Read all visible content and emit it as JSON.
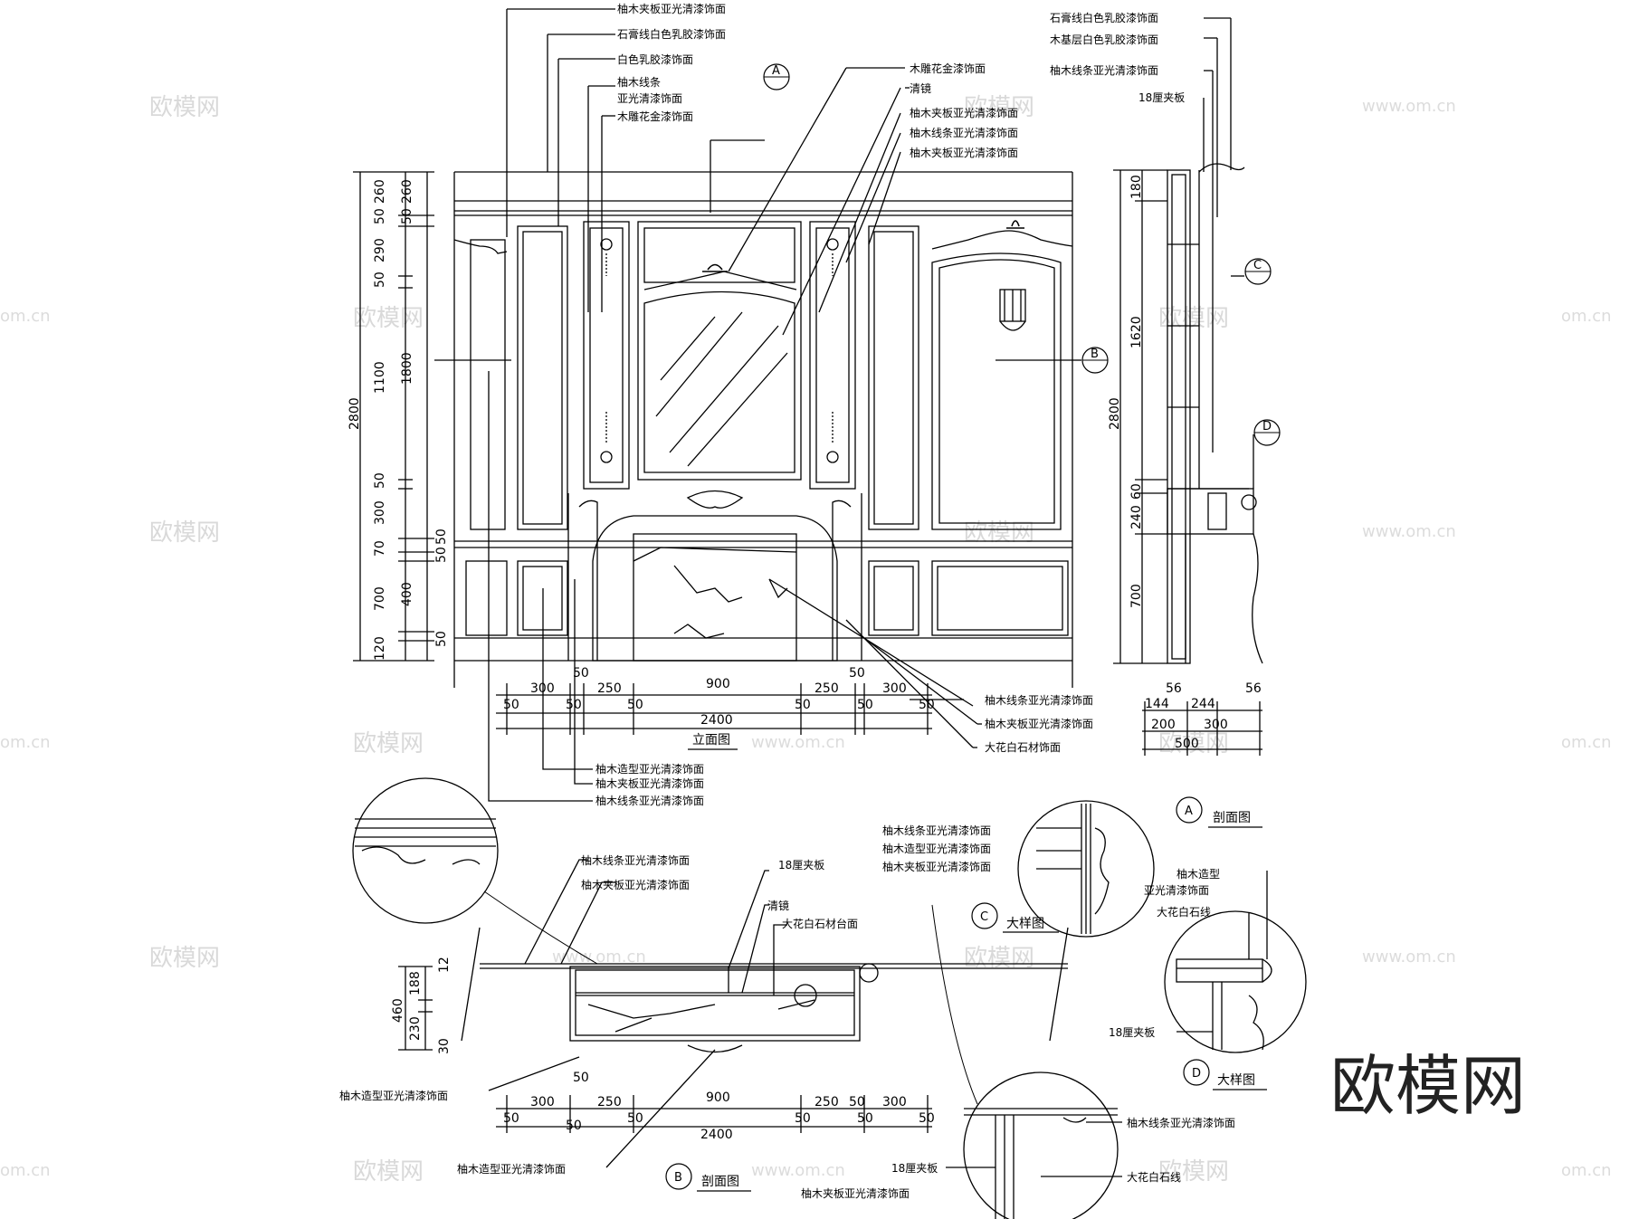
{
  "watermark": {
    "brand": "欧模网",
    "url": "www.om.cn",
    "url_partial": "om.cn"
  },
  "logo": "欧模网",
  "elevation": {
    "title": "立面图",
    "labels_top_left": [
      "柚木夹板亚光清漆饰面",
      "石膏线白色乳胶漆饰面",
      "白色乳胶漆饰面",
      "柚木线条",
      "亚光清漆饰面",
      "木雕花金漆饰面"
    ],
    "labels_top_mid": [
      "木雕花金漆饰面",
      "清镜",
      "柚木夹板亚光清漆饰面",
      "柚木线条亚光清漆饰面",
      "柚木夹板亚光清漆饰面"
    ],
    "labels_bottom_right": [
      "柚木线条亚光清漆饰面",
      "柚木夹板亚光清漆饰面",
      "大花白石材饰面"
    ],
    "labels_bottom_left": [
      "柚木造型亚光清漆饰面",
      "柚木夹板亚光清漆饰面",
      "柚木线条亚光清漆饰面"
    ],
    "dims_left_outer": "2800",
    "dims_left_mid": [
      "260",
      "50",
      "290",
      "50",
      "1100",
      "50",
      "300",
      "70",
      "700",
      "120"
    ],
    "dims_left_inner": [
      "260",
      "50",
      "1800",
      "50",
      "50",
      "400",
      "50"
    ],
    "dims_bottom_row1": [
      "300",
      "50",
      "250",
      "900",
      "250",
      "50",
      "300"
    ],
    "dims_bottom_row2": [
      "50",
      "50",
      "50",
      "50",
      "50",
      "50"
    ],
    "dims_bottom_total": "2400",
    "bubble_a": "A",
    "bubble_b": "B"
  },
  "section_a": {
    "title": "剖面图",
    "bubble": "A",
    "labels": [
      "石膏线白色乳胶漆饰面",
      "木基层白色乳胶漆饰面",
      "柚木线条亚光清漆饰面",
      "18厘夹板"
    ],
    "dims_vertical": [
      "180",
      "1620",
      "60",
      "240",
      "700"
    ],
    "dims_total": "2800",
    "dims_bottom_row1": [
      "56",
      "56"
    ],
    "dims_bottom_row2": [
      "144",
      "244"
    ],
    "dims_bottom_row3": [
      "200",
      "300"
    ],
    "dims_bottom_total": "500",
    "bubble_c": "C",
    "bubble_d": "D"
  },
  "section_b": {
    "title": "剖面图",
    "bubble": "B",
    "labels_top": [
      "柚木线条亚光清漆饰面",
      "柚木夹板亚光清漆饰面"
    ],
    "labels_right": [
      "18厘夹板",
      "清镜",
      "大花白石材台面"
    ],
    "label_left": "柚木造型亚光清漆饰面",
    "label_bottom": "柚木造型亚光清漆饰面",
    "dims_vertical": [
      "12",
      "188",
      "460",
      "230",
      "30"
    ],
    "dim_top_50": "50",
    "dims_bottom_row1": [
      "300",
      "250",
      "900",
      "250",
      "50",
      "300"
    ],
    "dims_bottom_row2": [
      "50",
      "50",
      "50",
      "50",
      "50",
      "50"
    ],
    "dims_bottom_total": "2400"
  },
  "detail_c": {
    "title": "大样图",
    "bubble": "C",
    "labels": [
      "柚木线条亚光清漆饰面",
      "柚木造型亚光清漆饰面",
      "柚木夹板亚光清漆饰面"
    ]
  },
  "detail_d": {
    "title": "大样图",
    "bubble": "D",
    "labels": [
      "柚木造型",
      "亚光清漆饰面",
      "大花白石线",
      "18厘夹板"
    ]
  },
  "detail_b_bottom": {
    "labels": [
      "柚木线条亚光清漆饰面",
      "大花白石线",
      "18厘夹板",
      "柚木夹板亚光清漆饰面"
    ]
  }
}
